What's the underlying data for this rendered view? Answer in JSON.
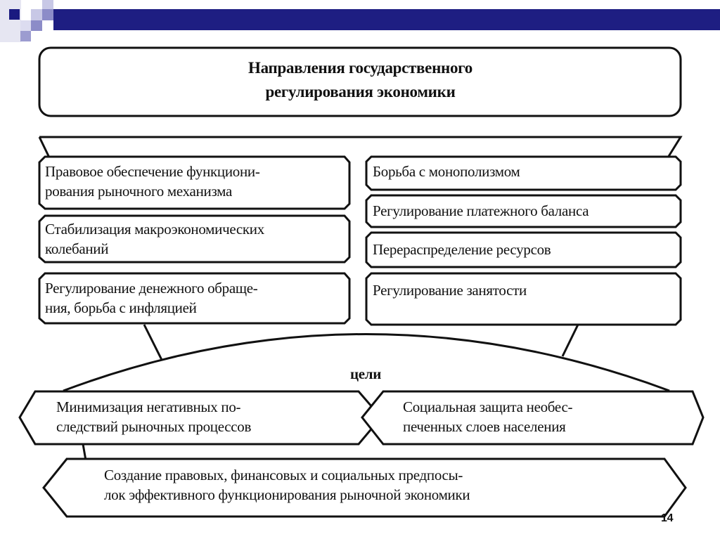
{
  "title": {
    "line1": "Направления государственного",
    "line2": "регулирования экономики"
  },
  "left_items": [
    {
      "line1": "Правовое обеспечение функциони-",
      "line2": "рования рыночного механизма"
    },
    {
      "line1": "Стабилизация макроэкономических",
      "line2": "колебаний"
    },
    {
      "line1": "Регулирование денежного обраще-",
      "line2": "ния, борьба с инфляцией"
    }
  ],
  "right_items": [
    {
      "line1": "Борьба с монополизмом"
    },
    {
      "line1": "Регулирование платежного баланса"
    },
    {
      "line1": "Перераспределение ресурсов"
    },
    {
      "line1": "Регулирование занятости"
    }
  ],
  "goals_label": "цели",
  "goals": [
    {
      "line1": "Минимизация негативных по-",
      "line2": "следствий рыночных процессов"
    },
    {
      "line1": "Социальная защита необес-",
      "line2": "печенных слоев населения"
    }
  ],
  "bottom": {
    "line1": "Создание правовых, финансовых и социальных предпосы-",
    "line2": "лок эффективного функционирования рыночной экономики"
  },
  "page_number": "14",
  "colors": {
    "deco_dark": "#1a1a80",
    "deco_mid": "#8c8cc8",
    "deco_light": "#c8c8e6"
  }
}
